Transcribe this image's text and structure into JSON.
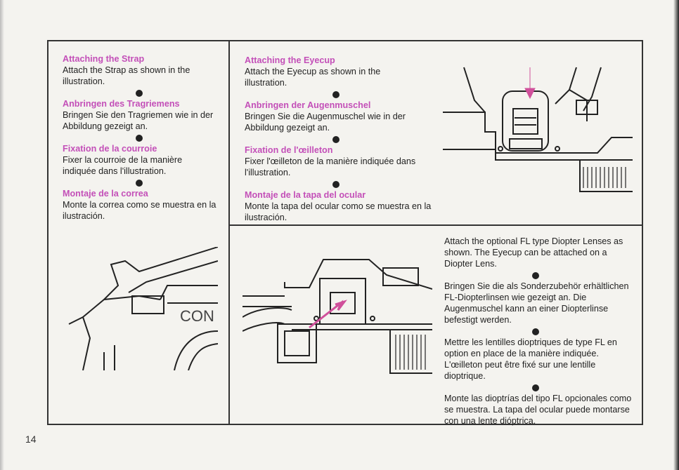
{
  "page_number": "14",
  "strap": {
    "en_heading": "Attaching the Strap",
    "en_text": "Attach the Strap as shown in the illustration.",
    "de_heading": "Anbringen des Tragriemens",
    "de_text": "Bringen Sie den Tragriemen wie in der Abbildung gezeigt an.",
    "fr_heading": "Fixation de la courroie",
    "fr_text": "Fixer la courroie de la manière indiquée dans l'illustration.",
    "es_heading": "Montaje de la correa",
    "es_text": "Monte la correa como se muestra en la ilustración."
  },
  "eyecup": {
    "en_heading": "Attaching the Eyecup",
    "en_text": "Attach the Eyecup as shown in the illustration.",
    "de_heading": "Anbringen der Augenmuschel",
    "de_text": "Bringen Sie die Augenmuschel wie in der Abbildung gezeigt an.",
    "fr_heading": "Fixation de l'œilleton",
    "fr_text": "Fixer l'œilleton de la manière indiquée dans l'illustration.",
    "es_heading": "Montaje de la tapa del ocular",
    "es_text": "Monte la tapa del ocular como se muestra en la ilustración."
  },
  "diopter": {
    "en_text": "Attach the optional FL type Diopter Lenses as shown. The Eyecup can be attached on a Diopter Lens.",
    "de_text": "Bringen Sie die als Sonderzubehör erhältlichen FL-Diopterlinsen wie gezeigt an. Die Augenmuschel kann an einer Diopterlinse befestigt werden.",
    "fr_text": "Mettre les lentilles dioptriques de type FL en option en place de la manière indiquée. L'œilleton peut être fixé sur une lentille dioptrique.",
    "es_text": "Monte las dioptrías del tipo FL opcionales como se muestra. La tapa del ocular puede montarse con una lente dióptrica."
  },
  "camera_label": "CON",
  "colors": {
    "heading": "#c34fb8",
    "arrow": "#d0509b",
    "line": "#333333"
  }
}
